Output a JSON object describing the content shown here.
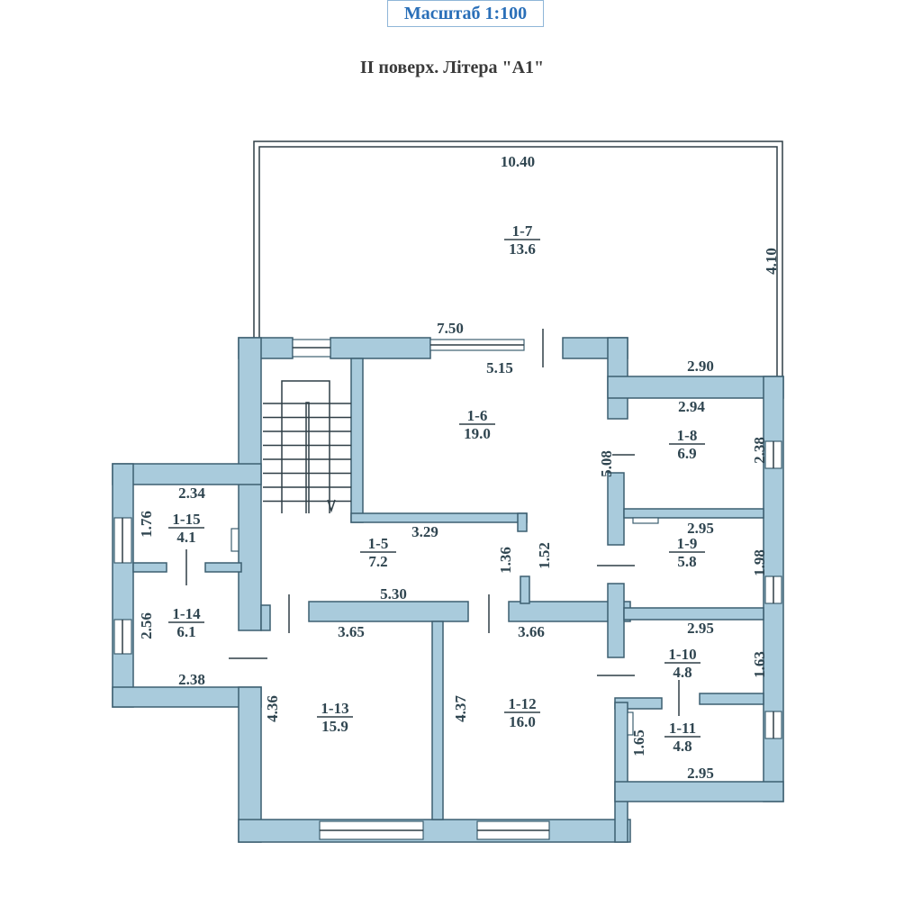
{
  "header": {
    "scale": "Масштаб 1:100",
    "subtitle": "II поверх. Літера \"A1\""
  },
  "rooms": [
    {
      "id": "1-7",
      "area": "13.6"
    },
    {
      "id": "1-6",
      "area": "19.0"
    },
    {
      "id": "1-8",
      "area": "6.9"
    },
    {
      "id": "1-15",
      "area": "4.1"
    },
    {
      "id": "1-5",
      "area": "7.2"
    },
    {
      "id": "1-9",
      "area": "5.8"
    },
    {
      "id": "1-14",
      "area": "6.1"
    },
    {
      "id": "1-10",
      "area": "4.8"
    },
    {
      "id": "1-13",
      "area": "15.9"
    },
    {
      "id": "1-12",
      "area": "16.0"
    },
    {
      "id": "1-11",
      "area": "4.8"
    }
  ],
  "dims": [
    "10.40",
    "4.10",
    "7.50",
    "5.15",
    "2.90",
    "2.94",
    "5.08",
    "2.38",
    "2.34",
    "1.76",
    "3.29",
    "2.95",
    "1.36",
    "1.52",
    "1.98",
    "5.30",
    "2.56",
    "3.65",
    "3.66",
    "2.95",
    "1.63",
    "2.38",
    "4.36",
    "4.37",
    "1.65",
    "2.95"
  ],
  "colors": {
    "wall": "#a9cbdc",
    "outline": "#3c5f70",
    "scale_text": "#2a6fb8"
  }
}
